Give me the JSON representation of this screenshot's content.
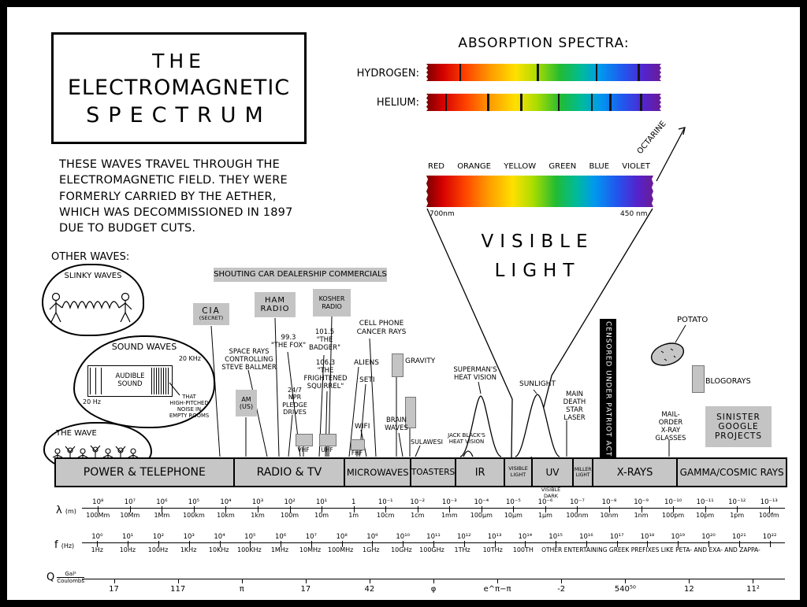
{
  "title": {
    "line1": "THE",
    "line2": "ELECTROMAGNETIC",
    "line3": "SPECTRUM"
  },
  "intro": "THESE WAVES TRAVEL THROUGH THE ELECTROMAGNETIC FIELD. THEY WERE FORMERLY CARRIED BY THE AETHER, WHICH WAS DECOMMISSIONED IN 1897 DUE TO BUDGET CUTS.",
  "absorption": {
    "title": "ABSORPTION SPECTRA:",
    "hydrogen_label": "HYDROGEN:",
    "helium_label": "HELIUM:"
  },
  "visible": {
    "color_labels": [
      "RED",
      "ORANGE",
      "YELLOW",
      "GREEN",
      "BLUE",
      "VIOLET"
    ],
    "octarine": "OCTARINE",
    "nm_left": "700nm",
    "nm_right": "450 nm",
    "big_line1": "VISIBLE",
    "big_line2": "LIGHT"
  },
  "other_waves": {
    "heading": "OTHER WAVES:",
    "slinky_label": "SLINKY WAVES",
    "sound_label": "SOUND WAVES",
    "audible_label": "AUDIBLE\nSOUND",
    "hz_low": "20 Hz",
    "hz_high": "20 KHz",
    "empty_rooms_note": "THAT\nHIGH-PITCHED\nNOISE IN\nEMPTY ROOMS",
    "wave_label": "THE WAVE"
  },
  "annotations": {
    "shouting": "SHOUTING CAR DEALERSHIP COMMERCIALS",
    "cia_name": "CIA",
    "cia_sub": "(SECRET)",
    "ham": "HAM\nRADIO",
    "kosher": "KOSHER\nRADIO",
    "cell_phone": "CELL PHONE\nCANCER RAYS",
    "space_rays": "SPACE RAYS\nCONTROLLING\nSTEVE BALLMER",
    "fox": "99.3\n\"THE FOX\"",
    "badger": "101.5\n\"THE\nBADGER\"",
    "squirrel": "106.3\n\"THE\nFRIGHTENED\nSQUIRREL\"",
    "am": "AM\n(US)",
    "npr": "24/7\nNPR\nPLEDGE\nDRIVES",
    "vhf": "VHF",
    "uhf": "UHF",
    "fhf": "FHF",
    "aliens": "ALIENS",
    "seti": "SETI",
    "gravity": "GRAVITY",
    "wifi": "WIFI",
    "brain_waves": "BRAIN\nWAVES",
    "sulawesi": "SULAWESI",
    "superman": "SUPERMAN'S\nHEAT VISION",
    "jack_black": "JACK BLACK'S\nHEAT VISION",
    "sunlight": "SUNLIGHT",
    "death_star": "MAIN\nDEATH\nSTAR\nLASER",
    "censored": "CENSORED UNDER PATRIOT ACT",
    "potato": "POTATO",
    "blogorays": "BLOGORAYS",
    "xray_glasses": "MAIL-\nORDER\nX-RAY\nGLASSES",
    "google": "SINISTER\nGOOGLE\nPROJECTS",
    "visible_dark": "VISIBLE\nDARK"
  },
  "bands": [
    "POWER & TELEPHONE",
    "RADIO & TV",
    "MICROWAVES",
    "TOASTERS",
    "IR",
    "VISIBLE\nLIGHT",
    "UV",
    "MILLER\nLIGHT",
    "X-RAYS",
    "GAMMA/COSMIC RAYS"
  ],
  "scales": {
    "wavelength": {
      "symbol": "λ",
      "unit": "(m)",
      "exponents": [
        "10⁸",
        "10⁷",
        "10⁶",
        "10⁵",
        "10⁴",
        "10³",
        "10²",
        "10¹",
        "1",
        "10⁻¹",
        "10⁻²",
        "10⁻³",
        "10⁻⁴",
        "10⁻⁵",
        "10⁻⁶",
        "10⁻⁷",
        "10⁻⁸",
        "10⁻⁹",
        "10⁻¹⁰",
        "10⁻¹¹",
        "10⁻¹²",
        "10⁻¹³"
      ],
      "units": [
        "100Mm",
        "10Mm",
        "1Mm",
        "100km",
        "10km",
        "1km",
        "100m",
        "10m",
        "1m",
        "10cm",
        "1cm",
        "1mm",
        "100μm",
        "10μm",
        "1μm",
        "100nm",
        "10nm",
        "1nm",
        "100pm",
        "10pm",
        "1pm",
        "100fm"
      ]
    },
    "frequency": {
      "symbol": "f",
      "unit": "(Hz)",
      "exponents": [
        "10⁰",
        "10¹",
        "10²",
        "10³",
        "10⁴",
        "10⁵",
        "10⁶",
        "10⁷",
        "10⁸",
        "10⁹",
        "10¹⁰",
        "10¹¹",
        "10¹²",
        "10¹³",
        "10¹⁴",
        "10¹⁵",
        "10¹⁶",
        "10¹⁷",
        "10¹⁸",
        "10¹⁹",
        "10²⁰",
        "10²¹",
        "10²²"
      ],
      "units": [
        "1Hz",
        "10Hz",
        "100Hz",
        "1KHz",
        "10KHz",
        "100KHz",
        "1MHz",
        "10MHz",
        "100MHz",
        "1GHz",
        "10GHz",
        "100GHz",
        "1THz",
        "10THz",
        "100TH"
      ],
      "joke": "OTHER ENTERTAINING GREEK PREFIXES LIKE PETA- AND EXA- AND ZAPPA-"
    },
    "q": {
      "symbol": "Q",
      "fraction_top": "Gal²",
      "fraction_bottom": "Coulombs",
      "values": [
        "17",
        "117",
        "π",
        "17",
        "42",
        "φ",
        "e^π−π",
        "-2",
        "540⁵⁰",
        "12",
        "11²"
      ]
    }
  }
}
